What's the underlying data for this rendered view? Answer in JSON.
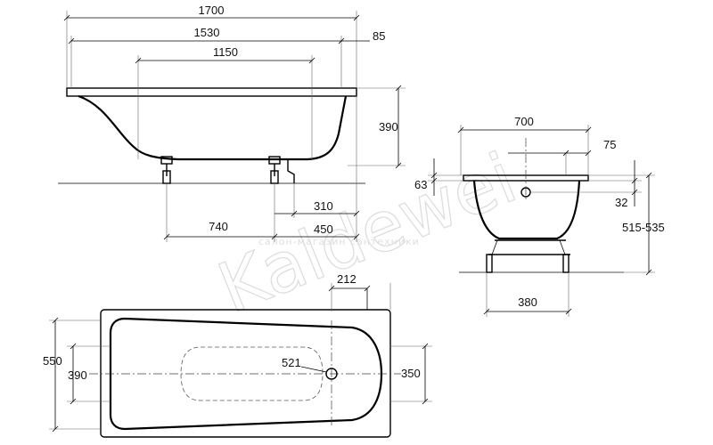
{
  "side_view": {
    "total_length": "1700",
    "inner_length": "1530",
    "rim_width": "85",
    "bottom_length": "1150",
    "height": "390",
    "leg_spacing": "740",
    "drain_offset": "310",
    "leg_to_end": "450"
  },
  "end_view": {
    "width": "700",
    "overflow_offset": "75",
    "rim_height": "63",
    "overflow_height": "32",
    "total_height": "515-535",
    "leg_width": "380"
  },
  "top_view": {
    "outer_width": "550",
    "inner_width": "390",
    "drain_offset": "212",
    "radius": "521",
    "end_width": "350"
  },
  "watermark": {
    "brand": "Kaldewei",
    "subtitle": "салон-магазин сантехники"
  }
}
